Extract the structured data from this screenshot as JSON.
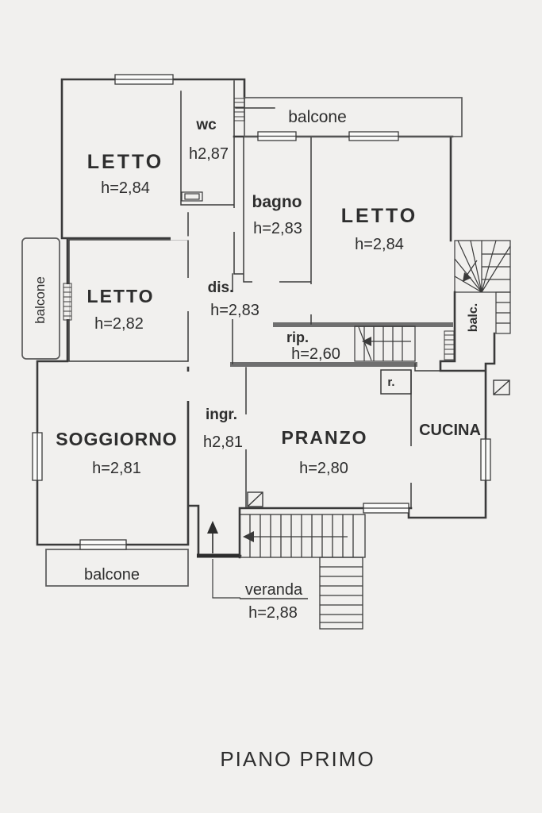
{
  "title": "PIANO PRIMO",
  "colors": {
    "background": "#f1f0ee",
    "line": "#3a3a3a",
    "thick_wall": "#6f6f6f",
    "text": "#2e2e2e"
  },
  "rooms": {
    "letto_top_left": {
      "label": "LETTO",
      "height": "h=2,84"
    },
    "wc": {
      "label": "wc",
      "height": "h2,87"
    },
    "balcone_top": {
      "label": "balcone"
    },
    "bagno": {
      "label": "bagno",
      "height": "h=2,83"
    },
    "letto_top_right": {
      "label": "LETTO",
      "height": "h=2,84"
    },
    "balcone_left": {
      "label": "balcone"
    },
    "letto_mid_left": {
      "label": "LETTO",
      "height": "h=2,82"
    },
    "disimpegno": {
      "label": "dis.",
      "height": "h=2,83"
    },
    "ripostiglio": {
      "label": "rip.",
      "height": "h=2,60"
    },
    "balcone_right": {
      "label": "balc."
    },
    "ripostiglio_small": {
      "label": "r."
    },
    "soggiorno": {
      "label": "SOGGIORNO",
      "height": "h=2,81"
    },
    "ingresso": {
      "label": "ingr.",
      "height": "h2,81"
    },
    "pranzo": {
      "label": "PRANZO",
      "height": "h=2,80"
    },
    "cucina": {
      "label": "CUCINA"
    },
    "balcone_bottom": {
      "label": "balcone"
    },
    "veranda": {
      "label": "veranda",
      "height": "h=2,88"
    }
  }
}
